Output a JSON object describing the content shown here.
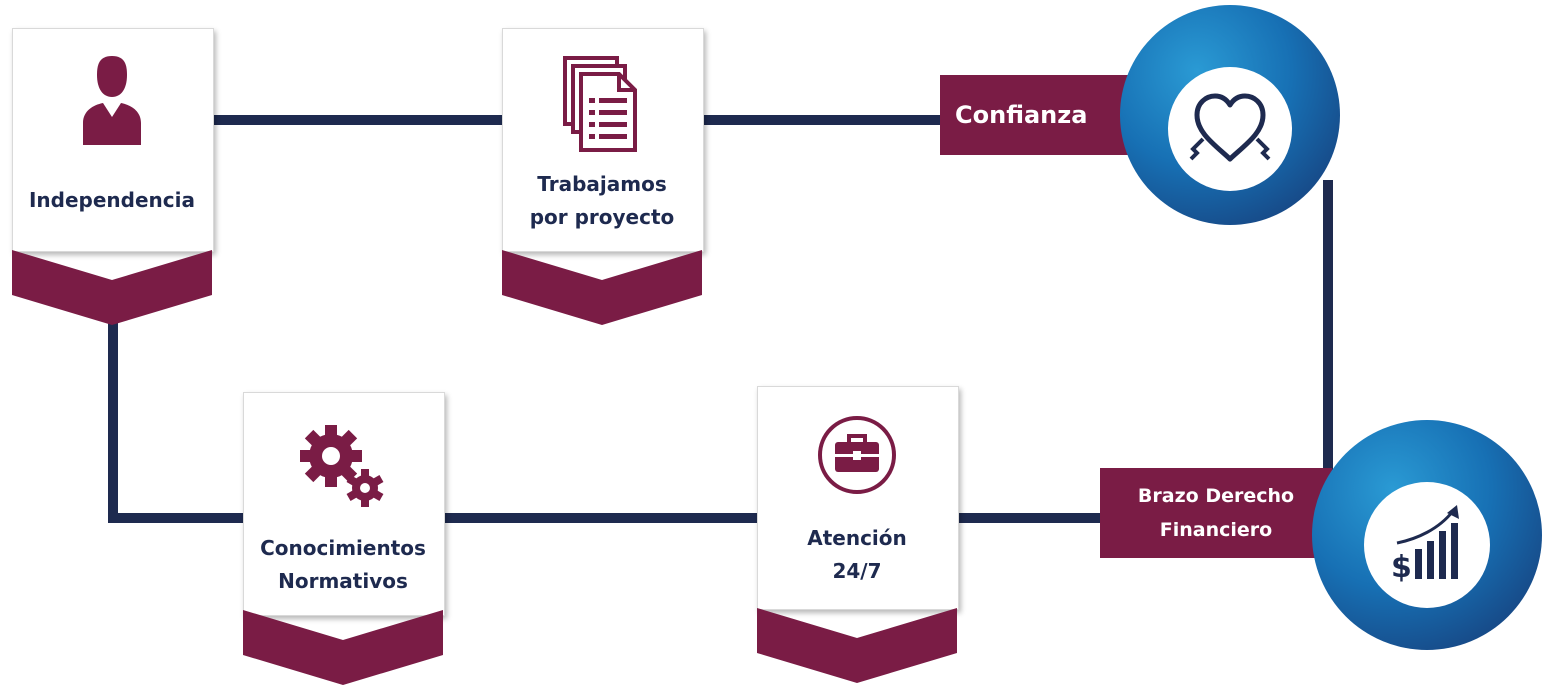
{
  "colors": {
    "navy": "#1e2a4f",
    "maroon": "#7a1c45",
    "blue": "#1770b4"
  },
  "cards": [
    {
      "id": "independencia",
      "label_lines": [
        "Independencia"
      ],
      "icon": "person-icon"
    },
    {
      "id": "trabajamos",
      "label_lines": [
        "Trabajamos",
        "por proyecto"
      ],
      "icon": "documents-icon"
    },
    {
      "id": "conocimientos",
      "label_lines": [
        "Conocimientos",
        "Normativos"
      ],
      "icon": "gears-icon"
    },
    {
      "id": "atencion",
      "label_lines": [
        "Atención",
        "24/7"
      ],
      "icon": "briefcase-icon"
    }
  ],
  "badges": [
    {
      "id": "confianza",
      "label_lines": [
        "Confianza"
      ],
      "icon": "heart-ribbon-icon"
    },
    {
      "id": "brazo-derecho",
      "label_lines": [
        "Brazo Derecho",
        "Financiero"
      ],
      "icon": "dollar-growth-chart-icon"
    }
  ]
}
